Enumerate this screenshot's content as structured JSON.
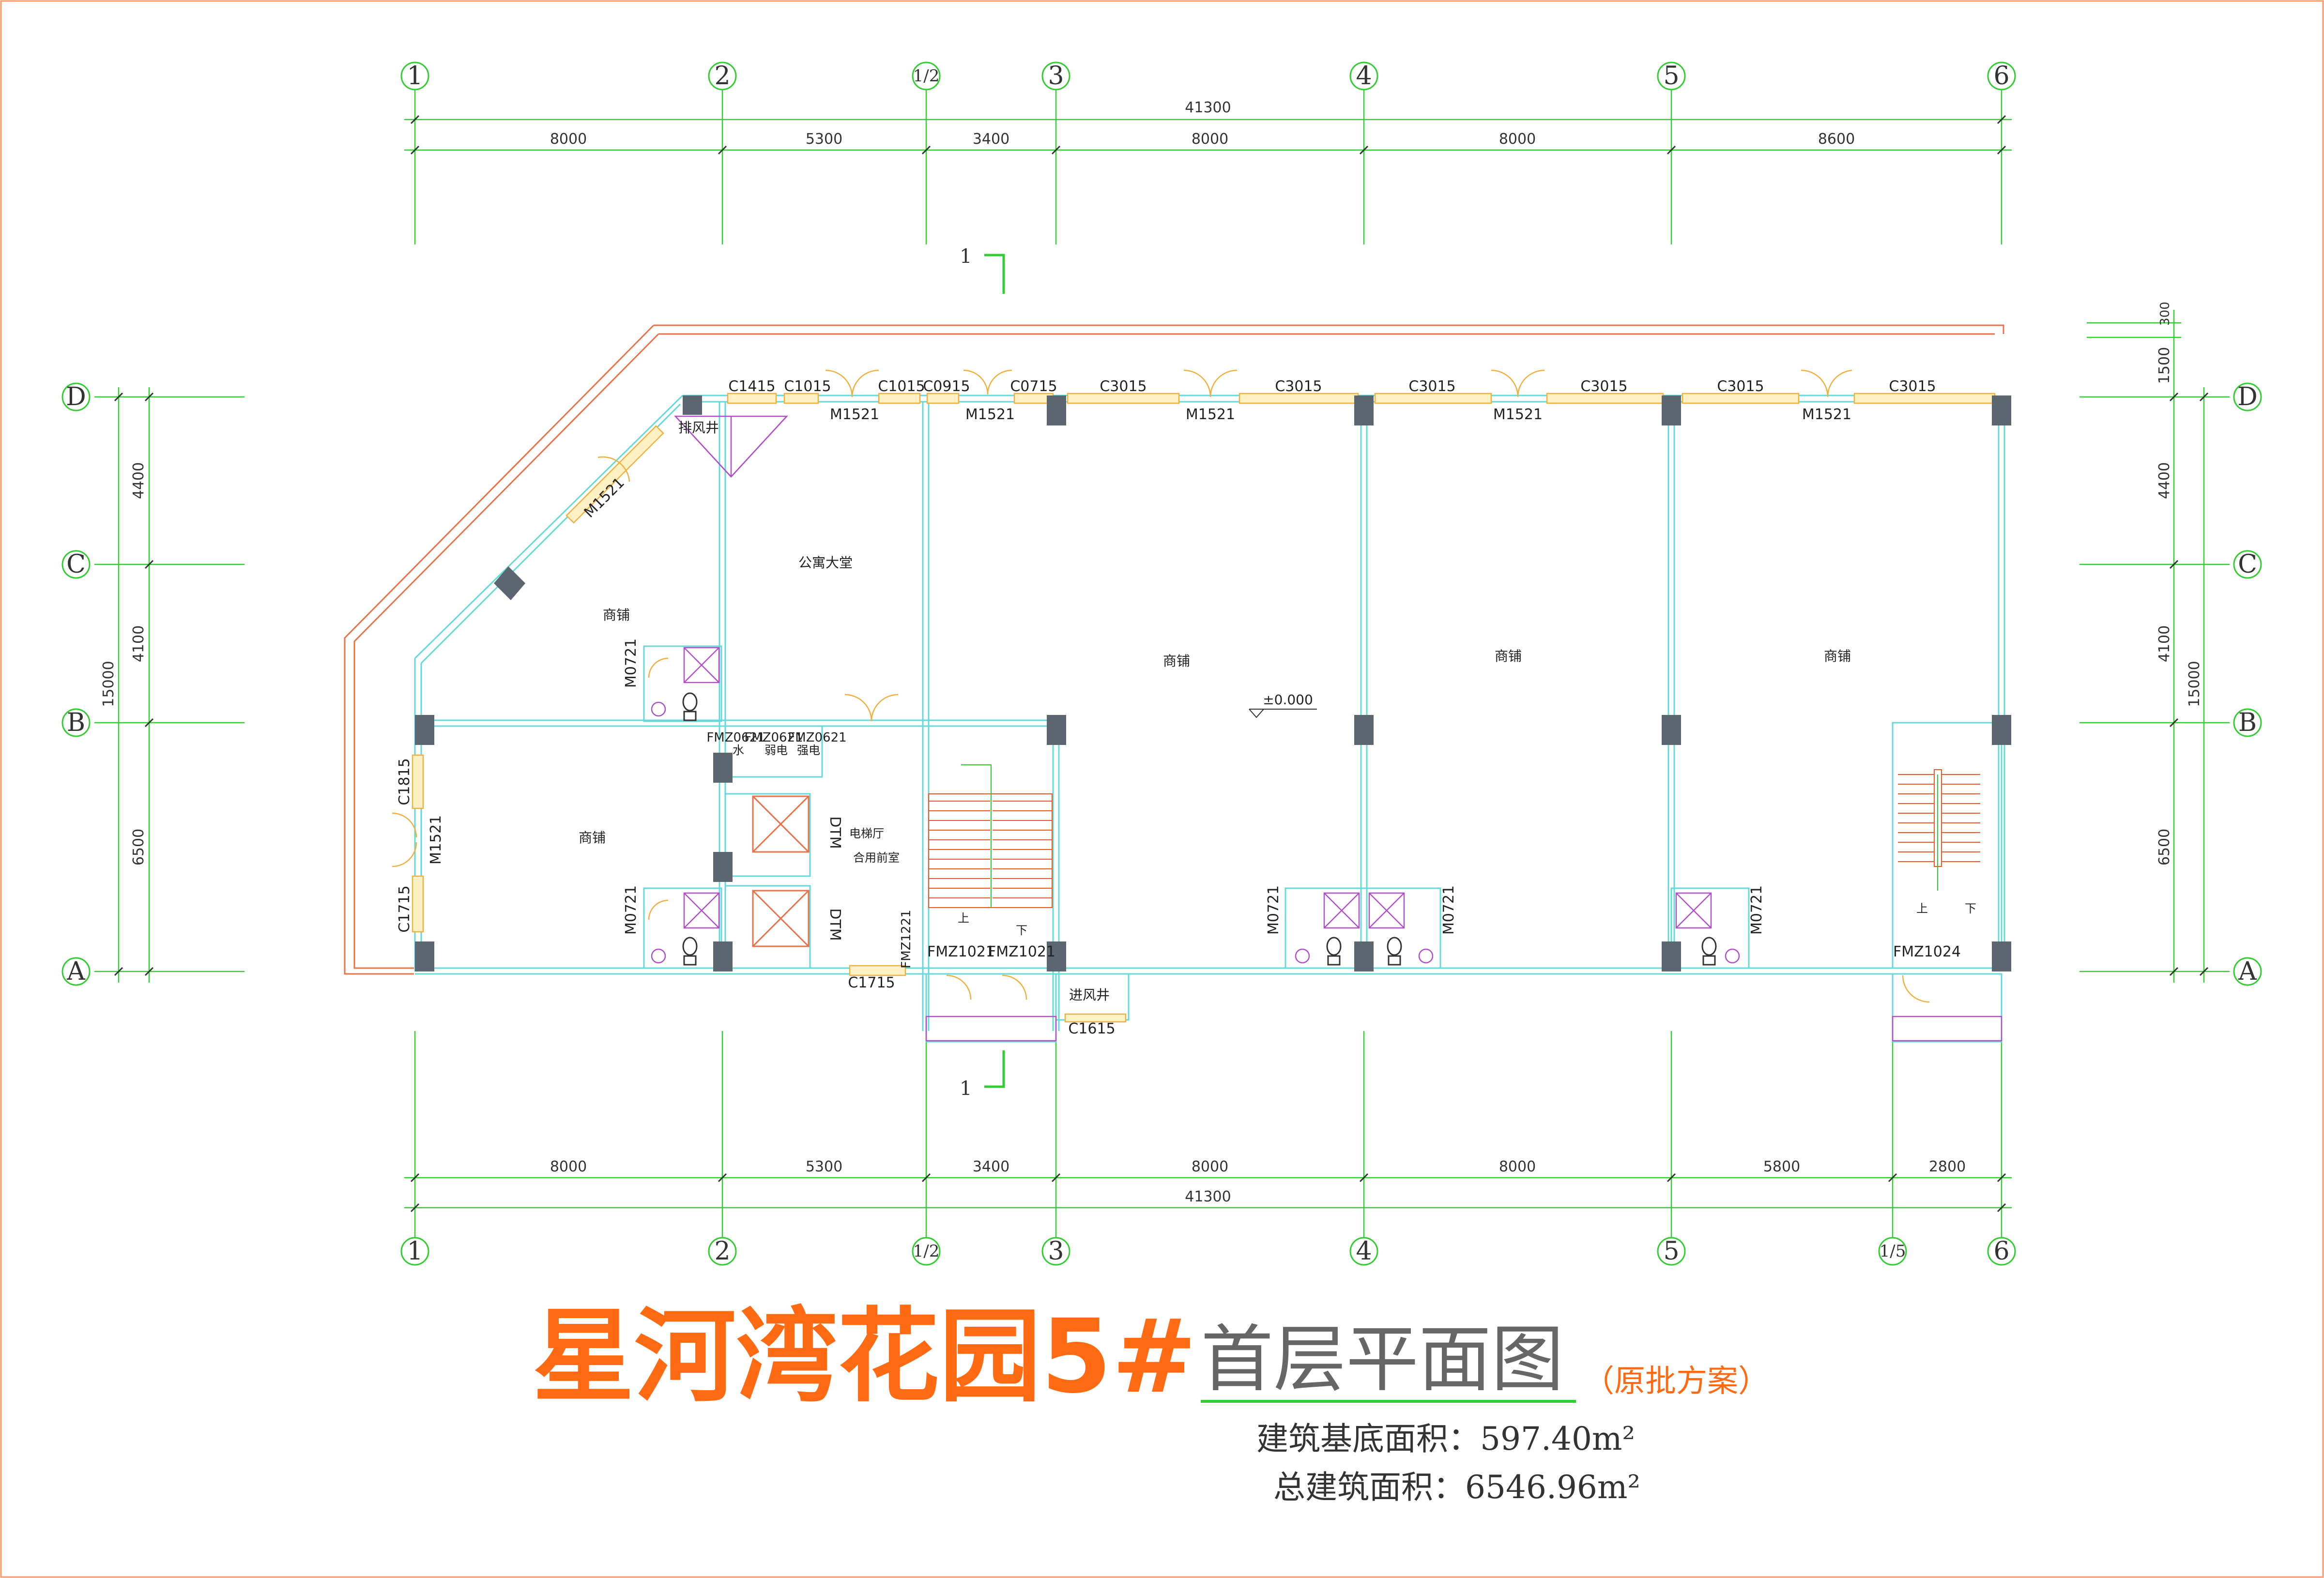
{
  "title": {
    "main": "星河湾花园5#",
    "sub": "首层平面图",
    "note": "（原批方案）"
  },
  "areas": {
    "base_area": "建筑基底面积：597.40m²",
    "total_area": "总建筑面积：6546.96m²"
  },
  "axes": {
    "top": [
      "1",
      "2",
      "1/2",
      "3",
      "4",
      "5",
      "6"
    ],
    "bottom": [
      "1",
      "2",
      "1/2",
      "3",
      "4",
      "5",
      "1/5",
      "6"
    ],
    "left": [
      "D",
      "C",
      "B",
      "A"
    ],
    "right": [
      "D",
      "C",
      "B",
      "A"
    ]
  },
  "dimensions": {
    "top_total": "41300",
    "top_spans": [
      "8000",
      "5300",
      "3400",
      "8000",
      "8000",
      "8600"
    ],
    "bottom_spans": [
      "8000",
      "5300",
      "3400",
      "8000",
      "8000",
      "5800",
      "2800"
    ],
    "bottom_total": "41300",
    "left_spans": [
      "4400",
      "4100",
      "6500"
    ],
    "left_total": "15000",
    "right_small": [
      "300",
      "1500"
    ],
    "right_spans": [
      "4400",
      "4100",
      "6500"
    ],
    "right_total": "15000"
  },
  "section": {
    "top": "1",
    "bottom": "1"
  },
  "rooms": {
    "lobby": "公寓大堂",
    "shop_nw": "商铺",
    "shop_w": "商铺",
    "shop_c": "商铺",
    "shop_ce": "商铺",
    "shop_e": "商铺",
    "elevator_hall_1": "电梯厅",
    "elevator_hall_2": "合用前室",
    "exhaust_shaft": "排风井",
    "intake_shaft": "进风井",
    "elevation": "±0.000",
    "room_water": "水",
    "room_weak": "弱电",
    "room_strong": "强电",
    "stair_up_1": "上",
    "stair_down_1": "下",
    "stair_up_2": "上",
    "stair_down_2": "下"
  },
  "openings": {
    "c1415": "C1415",
    "c1015a": "C1015",
    "m1521a": "M1521",
    "c1015b": "C1015",
    "c0915": "C0915",
    "m1521b": "M1521",
    "c0715": "C0715",
    "c3015a": "C3015",
    "m1521c": "M1521",
    "c3015b": "C3015",
    "c3015c": "C3015",
    "m1521d": "M1521",
    "c3015d": "C3015",
    "c3015e": "C3015",
    "m1521e": "M1521",
    "c3015f": "C3015",
    "m1521diag": "M1521",
    "m0721a": "M0721",
    "m0721b": "M0721",
    "m0721c": "M0721",
    "m0721d": "M0721",
    "m0721e": "M0721",
    "c1815": "C1815",
    "m1521w": "M1521",
    "c1715w": "C1715",
    "fmz0621a": "FMZ0621",
    "fmz0621b": "FMZ0621",
    "fmz0621c": "FMZ0621",
    "dtm1": "DTM",
    "dtm2": "DTM",
    "fmz1221": "FMZ1221",
    "fmz1021a": "FMZ1021",
    "fmz1021b": "FMZ1021",
    "fmz1024": "FMZ1024",
    "c1715s": "C1715",
    "c1615": "C1615"
  },
  "colors": {
    "grid": "#33cc33",
    "wall": "#66d9d9",
    "outer_wall": "#e8734a",
    "window": "#f0b040",
    "column": "#5c6670",
    "stair": "#e85a2a",
    "fixture": "#b050c8",
    "title": "#ff6a13"
  }
}
